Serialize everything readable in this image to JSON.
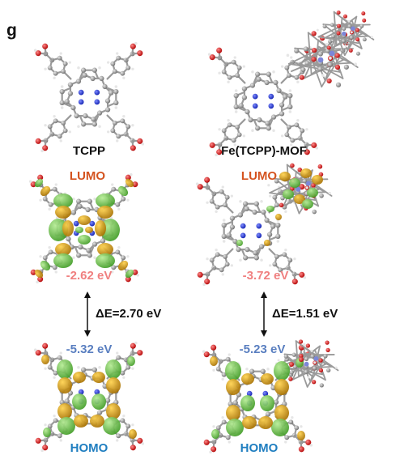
{
  "panel_letter": "g",
  "columns": [
    {
      "structure_label": "TCPP",
      "lumo_label": "LUMO",
      "lumo_energy": "-2.62 eV",
      "gap_label": "ΔE=2.70 eV",
      "homo_energy": "-5.32 eV",
      "homo_label": "HOMO"
    },
    {
      "structure_label": "Fe(TCPP)-MOF",
      "lumo_label": "LUMO",
      "lumo_energy": "-3.72 eV",
      "gap_label": "ΔE=1.51 eV",
      "homo_energy": "-5.23 eV",
      "homo_label": "HOMO"
    }
  ],
  "colors": {
    "lumo_label": "#d4531f",
    "lumo_energy": "#f08080",
    "homo_energy": "#5a7fc0",
    "homo_label": "#1f7ec0",
    "orbital_green": "#6cc24a",
    "orbital_gold": "#d9a316",
    "carbon": "#8a8a8a",
    "oxygen": "#d01010",
    "nitrogen": "#1f2fd0",
    "hydrogen": "#e6e6e6"
  }
}
